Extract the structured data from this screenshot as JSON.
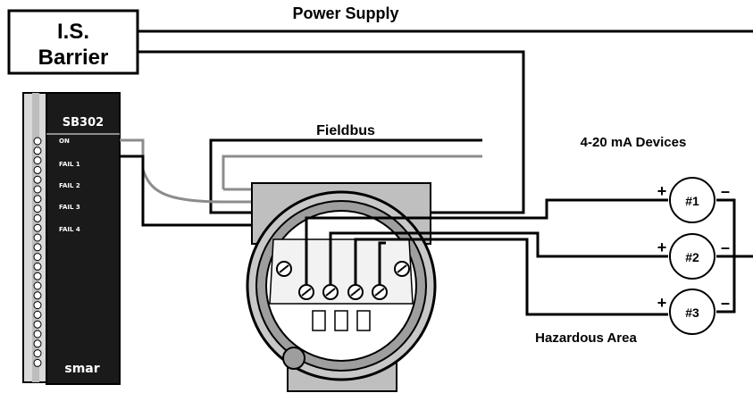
{
  "barrier": {
    "line1": "I.S.",
    "line2": "Barrier"
  },
  "labels": {
    "power_supply": "Power Supply",
    "fieldbus": "Fieldbus",
    "devices_title": "4-20 mA Devices",
    "hazardous_area": "Hazardous Area"
  },
  "module": {
    "model": "SB302",
    "leds": [
      "ON",
      "FAIL 1",
      "FAIL 2",
      "FAIL 3",
      "FAIL 4"
    ],
    "brand": "smar"
  },
  "devices": [
    {
      "label": "#1",
      "plus": "+",
      "minus": "–"
    },
    {
      "label": "#2",
      "plus": "+",
      "minus": "–"
    },
    {
      "label": "#3",
      "plus": "+",
      "minus": "–"
    }
  ]
}
